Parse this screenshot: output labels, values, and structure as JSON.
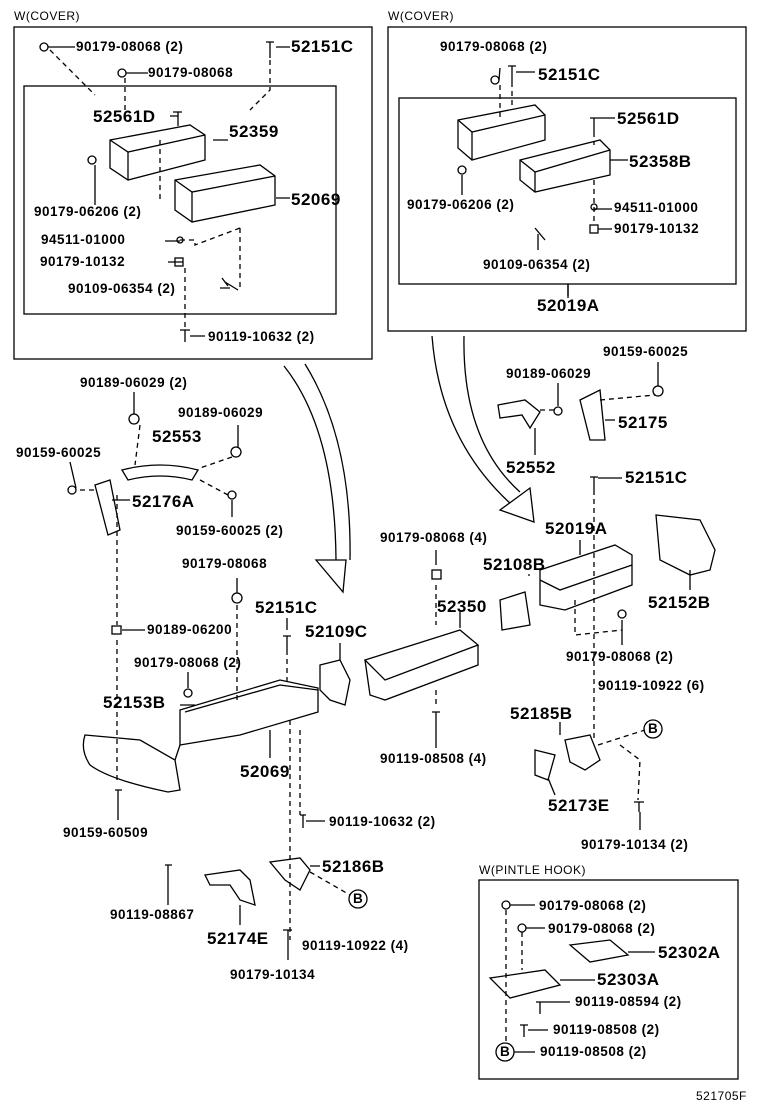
{
  "captions": {
    "cover_left": "W(COVER)",
    "cover_right": "W(COVER)",
    "pintle": "W(PINTLE HOOK)"
  },
  "footer": "521705F",
  "callout_b": "B",
  "labels": {
    "l_90179_08068_2a": "90179-08068 (2)",
    "l_52151c_a": "52151C",
    "l_90179_08068_a": "90179-08068",
    "l_52561d_a": "52561D",
    "l_52359": "52359",
    "l_52069_a": "52069",
    "l_90179_06206_2a": "90179-06206 (2)",
    "l_94511_01000_a": "94511-01000",
    "l_90179_10132_a": "90179-10132",
    "l_90109_06354_2a": "90109-06354 (2)",
    "l_90119_10632_2a": "90119-10632 (2)",
    "r_90179_08068_2": "90179-08068 (2)",
    "r_52151c": "52151C",
    "r_52561d": "52561D",
    "r_52358b": "52358B",
    "r_90179_06206_2": "90179-06206 (2)",
    "r_94511_01000": "94511-01000",
    "r_90179_10132": "90179-10132",
    "r_90109_06354_2": "90109-06354 (2)",
    "r_52019a": "52019A",
    "m_90189_06029_2": "90189-06029 (2)",
    "m_90189_06029": "90189-06029",
    "m_52553": "52553",
    "m_90159_60025": "90159-60025",
    "m_52176a": "52176A",
    "m_90159_60025_2": "90159-60025 (2)",
    "m_90179_08068": "90179-08068",
    "m_52151c": "52151C",
    "m_90189_06200": "90189-06200",
    "m_52109c": "52109C",
    "m_90179_08068_2": "90179-08068 (2)",
    "m_52153b": "52153B",
    "m_52069": "52069",
    "m_90159_60509": "90159-60509",
    "m_90119_10632_2": "90119-10632 (2)",
    "m_52186b": "52186B",
    "m_90119_08867": "90119-08867",
    "m_52174e": "52174E",
    "m_90119_10922_4": "90119-10922 (4)",
    "m_90179_10134": "90179-10134",
    "c_90179_08068_4": "90179-08068 (4)",
    "c_52350": "52350",
    "c_90119_08508_4": "90119-08508 (4)",
    "n_90159_60025": "90159-60025",
    "n_90189_06029": "90189-06029",
    "n_52175": "52175",
    "n_52552": "52552",
    "n_52151c": "52151C",
    "n_52019a": "52019A",
    "n_52108b": "52108B",
    "n_52152b": "52152B",
    "n_90179_08068_2": "90179-08068 (2)",
    "n_90119_10922_6": "90119-10922 (6)",
    "n_52185b": "52185B",
    "n_52173e": "52173E",
    "n_90179_10134_2": "90179-10134 (2)",
    "p_90179_08068_2a": "90179-08068 (2)",
    "p_90179_08068_2b": "90179-08068 (2)",
    "p_52302a": "52302A",
    "p_52303a": "52303A",
    "p_90119_08594_2": "90119-08594 (2)",
    "p_90119_08508_2a": "90119-08508 (2)",
    "p_90119_08508_2b": "90119-08508 (2)"
  }
}
